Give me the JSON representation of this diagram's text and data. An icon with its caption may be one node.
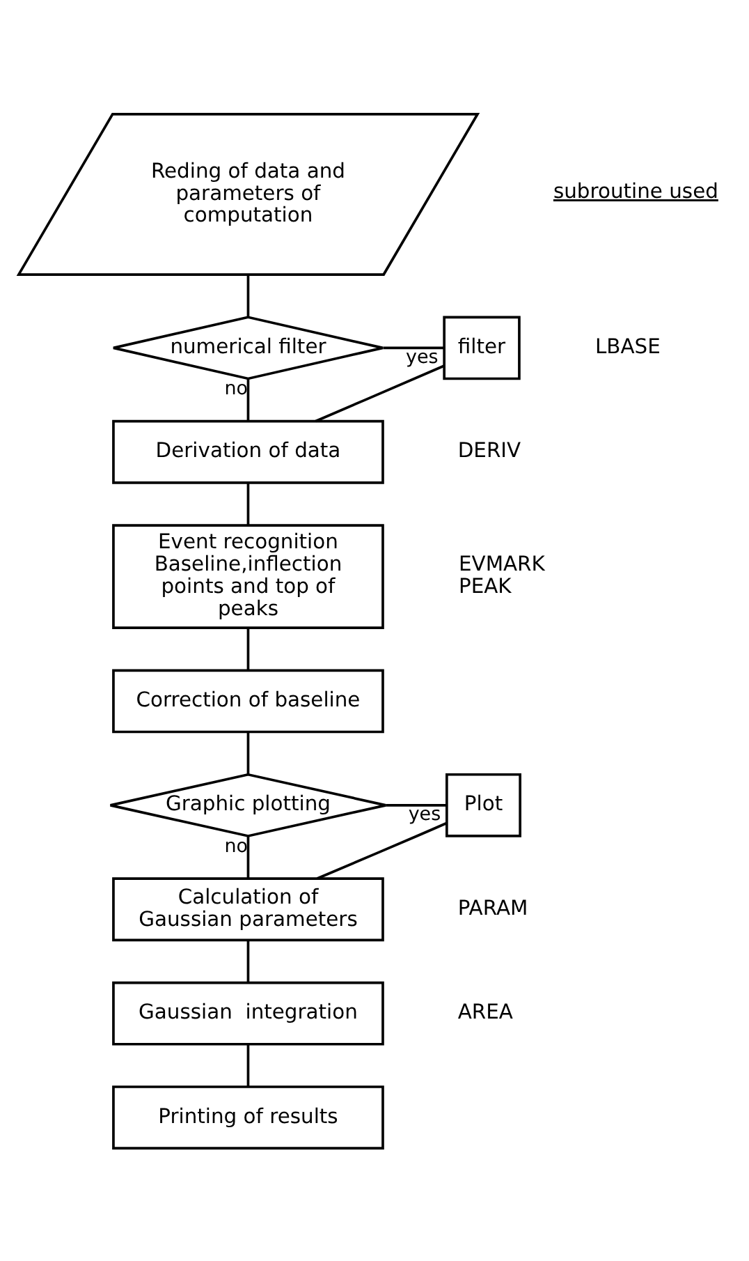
{
  "diagram": {
    "nodes": [
      {
        "text": [
          "Reding of data and parameters of computation"
        ]
      },
      {
        "text": [
          "numerical filter"
        ]
      },
      {
        "text": [
          "filter"
        ],
        "beside": [
          "LBASE"
        ]
      },
      {
        "text": [
          "Derivation of data"
        ],
        "beside": [
          "DERIV"
        ]
      },
      {
        "text": [
          "Event recognition Baseline,inflection points and top of peaks"
        ],
        "beside": [
          "EVMARK",
          "PEAK"
        ]
      },
      {
        "text": [
          "Correction of baseline"
        ]
      },
      {
        "text": [
          "Graphic plotting"
        ]
      },
      {
        "text": [
          "Plot"
        ]
      },
      {
        "text": [
          "Calculation of Gaussian parameters"
        ],
        "beside": [
          "PARAM"
        ]
      },
      {
        "text": [
          "Gaussian  integration"
        ],
        "beside": [
          "AREA"
        ]
      },
      {
        "text": [
          "Printing of results"
        ]
      }
    ],
    "edges": [
      {
        "from": 0,
        "to": 1,
        "arrow": "none"
      },
      {
        "from": 1,
        "to": 2,
        "arrow": "none",
        "label": "yes"
      },
      {
        "from": 1,
        "to": 3,
        "arrow": "none",
        "label": "no"
      },
      {
        "from": 2,
        "to": 3,
        "arrow": "none"
      },
      {
        "from": 3,
        "to": 4,
        "arrow": "none"
      },
      {
        "from": 4,
        "to": 5,
        "arrow": "none"
      },
      {
        "from": 5,
        "to": 6,
        "arrow": "none"
      },
      {
        "from": 6,
        "to": 7,
        "arrow": "none",
        "label": "yes"
      },
      {
        "from": 6,
        "to": 8,
        "arrow": "none",
        "label": "no"
      },
      {
        "from": 7,
        "to": 8,
        "arrow": "none"
      },
      {
        "from": 8,
        "to": 9,
        "arrow": "none"
      },
      {
        "from": 9,
        "to": 10,
        "arrow": "none"
      }
    ],
    "labels": [
      "subroutine used"
    ]
  }
}
